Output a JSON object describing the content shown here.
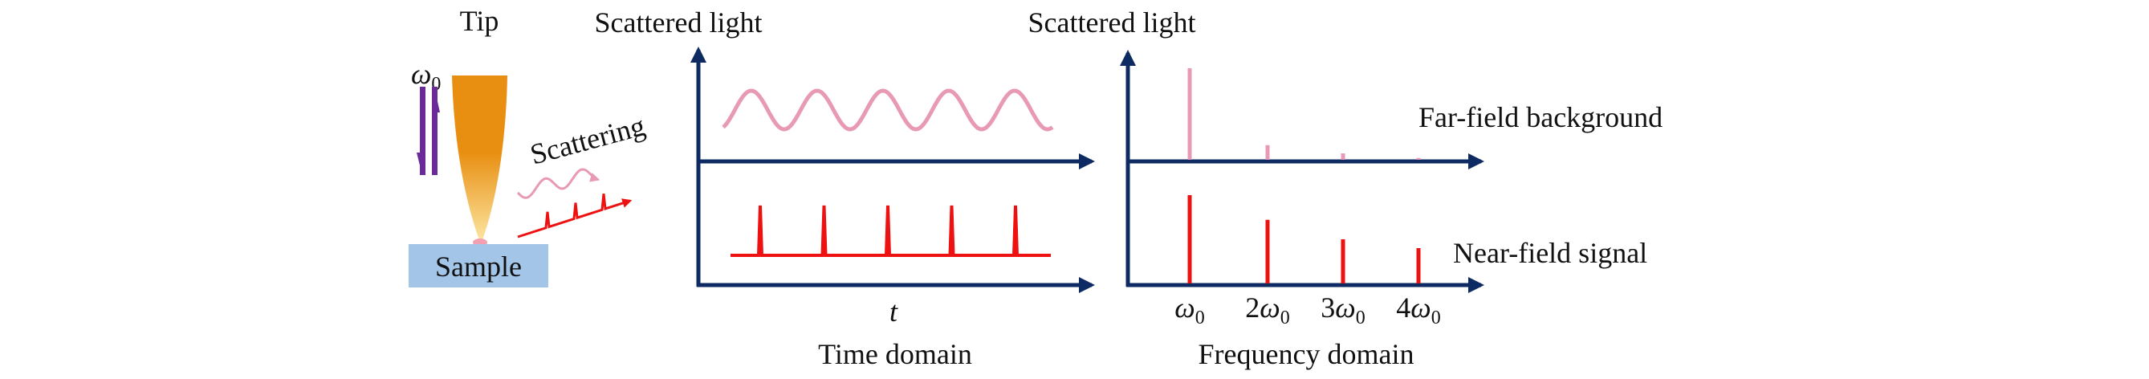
{
  "colors": {
    "axis": "#0d2a62",
    "far_field": "#e89ab4",
    "near_field": "#ee1111",
    "tip_top": "#e88e10",
    "tip_bottom": "#fde8a6",
    "sample": "#a3c6e8",
    "oscillation": "#6a2a9a"
  },
  "left": {
    "tip_label": "Tip",
    "omega_symbol": "ω",
    "omega_sub": "0",
    "scattering_label": "Scattering",
    "sample_label": "Sample"
  },
  "time_panel": {
    "ylabel": "Scattered light",
    "xlabel": "t",
    "title": "Time domain",
    "far_field_periods": 5,
    "near_field_pulses": 5
  },
  "freq_panel": {
    "ylabel": "Scattered light",
    "title": "Frequency domain",
    "far_field_label": "Far-field background",
    "near_field_label": "Near-field signal",
    "ticks": [
      {
        "coef": "",
        "sym": "ω",
        "sub": "0"
      },
      {
        "coef": "2",
        "sym": "ω",
        "sub": "0"
      },
      {
        "coef": "3",
        "sym": "ω",
        "sub": "0"
      },
      {
        "coef": "4",
        "sym": "ω",
        "sub": "0"
      }
    ],
    "far_field_amplitudes": [
      1.0,
      0.16,
      0.07,
      0.02
    ],
    "near_field_amplitudes": [
      1.0,
      0.72,
      0.5,
      0.4
    ]
  }
}
